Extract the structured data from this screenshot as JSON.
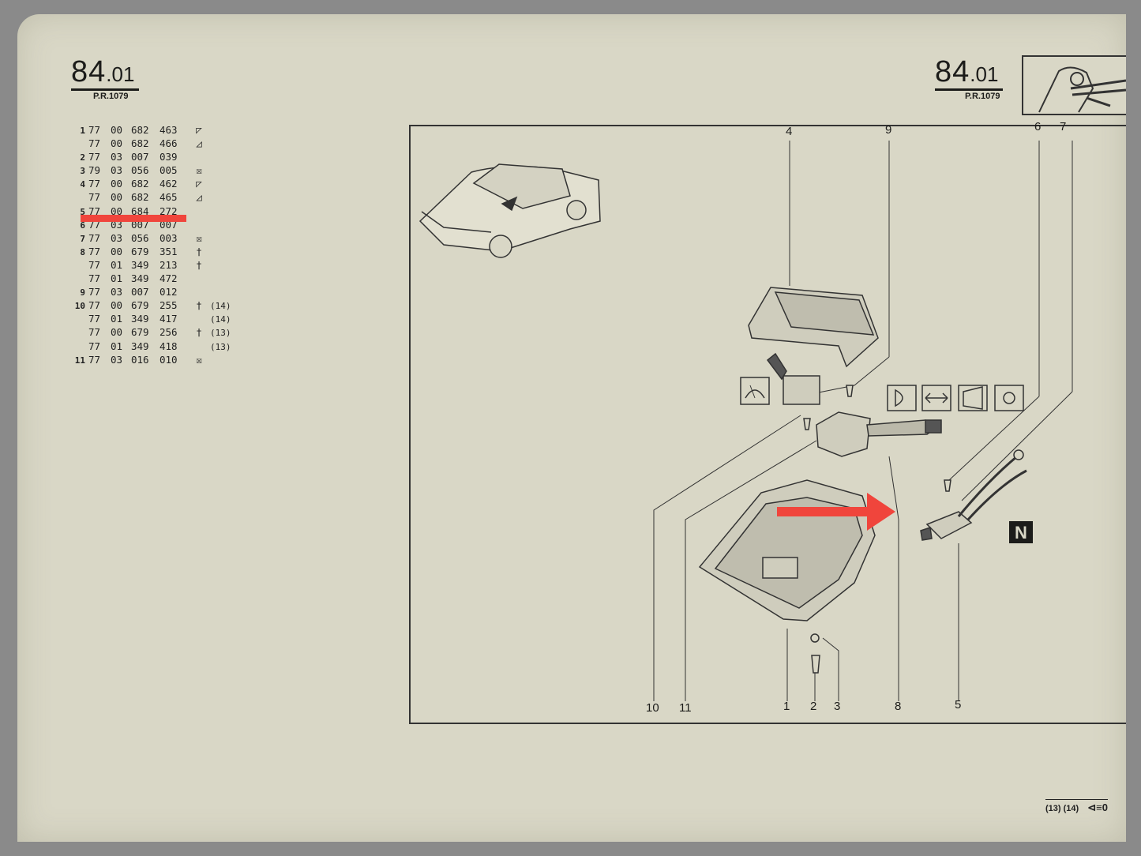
{
  "header_left": {
    "code_main": "84",
    "code_sub": ".01",
    "pr": "P.R.1079"
  },
  "header_right": {
    "code_main": "84",
    "code_sub": ".01",
    "pr": "P.R.1079"
  },
  "parts": [
    {
      "idx": "1",
      "a": "77",
      "b": "00",
      "c": "682",
      "d": "463",
      "sym": "◸",
      "note": ""
    },
    {
      "idx": "",
      "a": "77",
      "b": "00",
      "c": "682",
      "d": "466",
      "sym": "◿",
      "note": ""
    },
    {
      "idx": "2",
      "a": "77",
      "b": "03",
      "c": "007",
      "d": "039",
      "sym": "",
      "note": ""
    },
    {
      "idx": "3",
      "a": "79",
      "b": "03",
      "c": "056",
      "d": "005",
      "sym": "☒",
      "note": ""
    },
    {
      "idx": "4",
      "a": "77",
      "b": "00",
      "c": "682",
      "d": "462",
      "sym": "◸",
      "note": ""
    },
    {
      "idx": "",
      "a": "77",
      "b": "00",
      "c": "682",
      "d": "465",
      "sym": "◿",
      "note": ""
    },
    {
      "idx": "5",
      "a": "77",
      "b": "00",
      "c": "684",
      "d": "272",
      "sym": "",
      "note": ""
    },
    {
      "idx": "6",
      "a": "77",
      "b": "03",
      "c": "007",
      "d": "007",
      "sym": "",
      "note": ""
    },
    {
      "idx": "7",
      "a": "77",
      "b": "03",
      "c": "056",
      "d": "003",
      "sym": "☒",
      "note": ""
    },
    {
      "idx": "8",
      "a": "77",
      "b": "00",
      "c": "679",
      "d": "351",
      "sym": "†",
      "note": ""
    },
    {
      "idx": "",
      "a": "77",
      "b": "01",
      "c": "349",
      "d": "213",
      "sym": "†",
      "note": ""
    },
    {
      "idx": "",
      "a": "77",
      "b": "01",
      "c": "349",
      "d": "472",
      "sym": "",
      "note": ""
    },
    {
      "idx": "9",
      "a": "77",
      "b": "03",
      "c": "007",
      "d": "012",
      "sym": "",
      "note": ""
    },
    {
      "idx": "10",
      "a": "77",
      "b": "00",
      "c": "679",
      "d": "255",
      "sym": "†",
      "note": "(14)"
    },
    {
      "idx": "",
      "a": "77",
      "b": "01",
      "c": "349",
      "d": "417",
      "sym": "",
      "note": "(14)"
    },
    {
      "idx": "",
      "a": "77",
      "b": "00",
      "c": "679",
      "d": "256",
      "sym": "†",
      "note": "(13)"
    },
    {
      "idx": "",
      "a": "77",
      "b": "01",
      "c": "349",
      "d": "418",
      "sym": "",
      "note": "(13)"
    },
    {
      "idx": "11",
      "a": "77",
      "b": "03",
      "c": "016",
      "d": "010",
      "sym": "☒",
      "note": ""
    }
  ],
  "callouts": {
    "c4": "4",
    "c9": "9",
    "c6": "6",
    "c7": "7",
    "c10": "10",
    "c11": "11",
    "c1": "1",
    "c2": "2",
    "c3": "3",
    "c8": "8",
    "c5": "5"
  },
  "footer": {
    "ref": "(13) (14)",
    "mark": "⊲≡0"
  },
  "n_badge": "N",
  "colors": {
    "highlight": "#f0453c",
    "paper": "#d9d7c6",
    "ink": "#1c1c1a"
  }
}
